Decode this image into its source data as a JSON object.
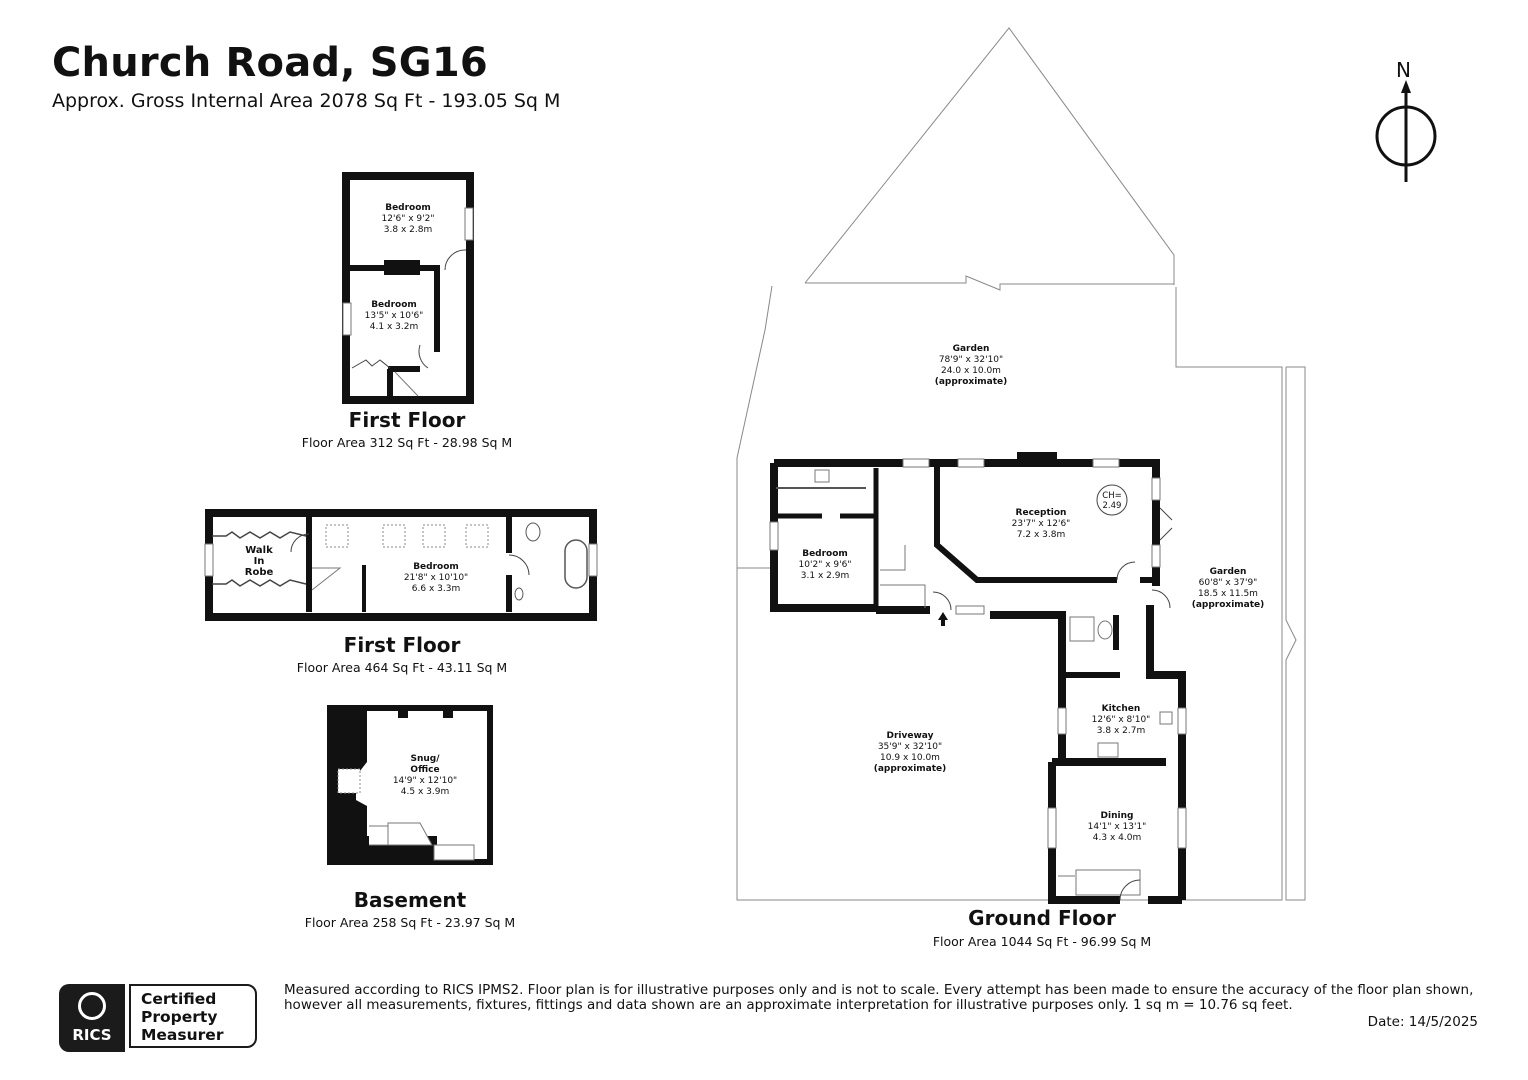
{
  "header": {
    "title": "Church Road, SG16",
    "subtitle": "Approx. Gross Internal Area 2078 Sq Ft - 193.05 Sq M"
  },
  "compass": {
    "label": "N"
  },
  "floors": {
    "first_floor_a": {
      "title": "First Floor",
      "area": "Floor Area 312 Sq Ft - 28.98 Sq M",
      "rooms": [
        {
          "name": "Bedroom",
          "imperial": "12'6\" x 9'2\"",
          "metric": "3.8 x 2.8m"
        },
        {
          "name": "Bedroom",
          "imperial": "13'5\" x 10'6\"",
          "metric": "4.1 x 3.2m"
        }
      ]
    },
    "first_floor_b": {
      "title": "First Floor",
      "area": "Floor Area 464 Sq Ft - 43.11 Sq M",
      "rooms": [
        {
          "name": "Walk In Robe",
          "line1": "Walk",
          "line2": "In",
          "line3": "Robe"
        },
        {
          "name": "Bedroom",
          "imperial": "21'8\" x 10'10\"",
          "metric": "6.6 x 3.3m"
        }
      ]
    },
    "basement": {
      "title": "Basement",
      "area": "Floor Area 258 Sq Ft - 23.97 Sq M",
      "rooms": [
        {
          "name": "Snug/ Office",
          "line1": "Snug/",
          "line2": "Office",
          "imperial": "14'9\" x 12'10\"",
          "metric": "4.5 x 3.9m"
        }
      ]
    },
    "ground_floor": {
      "title": "Ground Floor",
      "area": "Floor Area 1044 Sq Ft - 96.99 Sq M",
      "rooms": [
        {
          "name": "Garden",
          "imperial": "78'9\" x 32'10\"",
          "metric": "24.0 x 10.0m",
          "note": "(approximate)"
        },
        {
          "name": "Reception",
          "imperial": "23'7\" x 12'6\"",
          "metric": "7.2 x 3.8m",
          "ceiling": "CH=",
          "ceiling_value": "2.49"
        },
        {
          "name": "Bedroom",
          "imperial": "10'2\" x 9'6\"",
          "metric": "3.1 x 2.9m"
        },
        {
          "name": "Garden",
          "imperial": "60'8\" x 37'9\"",
          "metric": "18.5 x 11.5m",
          "note": "(approximate)"
        },
        {
          "name": "Kitchen",
          "imperial": "12'6\" x 8'10\"",
          "metric": "3.8 x 2.7m"
        },
        {
          "name": "Driveway",
          "imperial": "35'9\" x 32'10\"",
          "metric": "10.9 x 10.0m",
          "note": "(approximate)"
        },
        {
          "name": "Dining",
          "imperial": "14'1\" x 13'1\"",
          "metric": "4.3 x 4.0m"
        }
      ]
    }
  },
  "footer": {
    "badge": {
      "org": "RICS",
      "line1": "Certified",
      "line2": "Property",
      "line3": "Measurer"
    },
    "disclaimer_line1": "Measured according to RICS IPMS2. Floor plan is for illustrative purposes only and is not to scale. Every attempt has been made to ensure the accuracy of the floor plan shown,",
    "disclaimer_line2": "however all measurements, fixtures, fittings and data shown are an approximate interpretation for illustrative purposes only. 1 sq m = 10.76 sq feet.",
    "date": "Date: 14/5/2025"
  },
  "colors": {
    "wall": "#111111",
    "boundary": "#888888",
    "background": "#ffffff"
  }
}
